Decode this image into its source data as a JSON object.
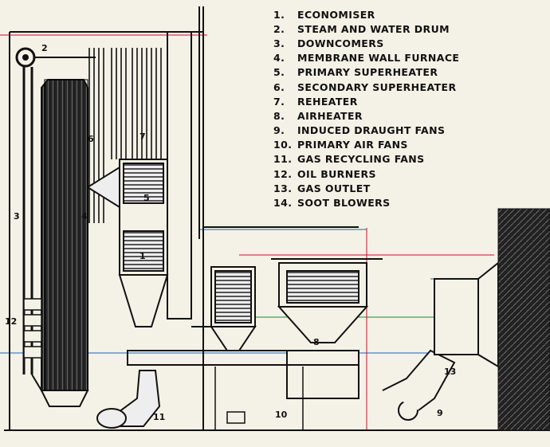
{
  "legend": [
    {
      "num": "1.",
      "text": "ECONOMISER"
    },
    {
      "num": "2.",
      "text": "STEAM AND WATER DRUM"
    },
    {
      "num": "3.",
      "text": "DOWNCOMERS"
    },
    {
      "num": "4.",
      "text": "MEMBRANE WALL FURNACE"
    },
    {
      "num": "5.",
      "text": "PRIMARY SUPERHEATER"
    },
    {
      "num": "6.",
      "text": "SECONDARY SUPERHEATER"
    },
    {
      "num": "7.",
      "text": "REHEATER"
    },
    {
      "num": "8.",
      "text": "AIRHEATER"
    },
    {
      "num": "9.",
      "text": "INDUCED DRAUGHT FANS"
    },
    {
      "num": "10.",
      "text": "PRIMARY AIR FANS"
    },
    {
      "num": "11.",
      "text": "GAS RECYCLING FANS"
    },
    {
      "num": "12.",
      "text": "OIL BURNERS"
    },
    {
      "num": "13.",
      "text": "GAS OUTLET"
    },
    {
      "num": "14.",
      "text": "SOOT BLOWERS"
    }
  ],
  "callouts": {
    "c1": "1",
    "c2": "2",
    "c3": "3",
    "c4": "4",
    "c5": "5",
    "c6": "6",
    "c7": "7",
    "c8": "8",
    "c9": "9",
    "c10": "10",
    "c11": "11",
    "c12": "12",
    "c13": "13"
  },
  "colors": {
    "paper": "#f4f1e6",
    "ink": "#111111",
    "accent_red": "#c8102e",
    "accent_blue": "#1f5fbf",
    "accent_green": "#1c8a3a"
  }
}
